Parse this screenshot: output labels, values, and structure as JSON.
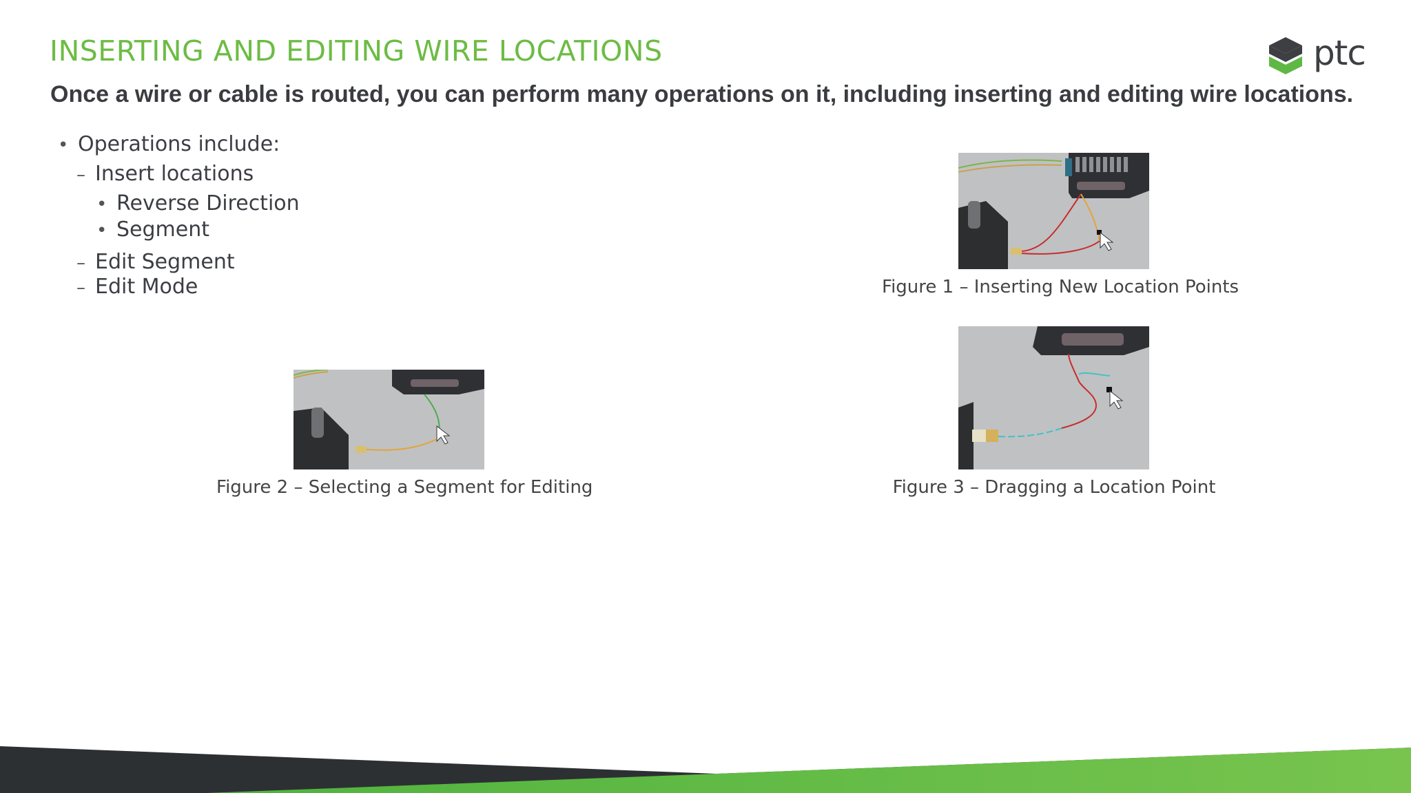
{
  "slide": {
    "title": "INSERTING AND EDITING WIRE LOCATIONS",
    "subtitle": "Once a wire or cable is routed, you can perform many operations on it, including inserting and editing wire locations."
  },
  "logo": {
    "text": "ptc",
    "icon": "ptc-cube-icon"
  },
  "bullets": [
    {
      "text": "Operations include:",
      "marker": "•"
    },
    {
      "text": "Insert locations",
      "marker": "–"
    },
    {
      "text": "Reverse Direction",
      "marker": "•"
    },
    {
      "text": "Segment",
      "marker": "•"
    },
    {
      "text": "Edit Segment",
      "marker": "–"
    },
    {
      "text": "Edit Mode",
      "marker": "–"
    }
  ],
  "figures": [
    {
      "caption": "Figure 1 – Inserting New Location Points"
    },
    {
      "caption": "Figure 2 – Selecting a Segment for Editing"
    },
    {
      "caption": "Figure 3 – Dragging a Location Point"
    }
  ],
  "colors": {
    "title_green": "#6cbc44",
    "text_dark": "#3a3c40",
    "footer_dark": "#2d3033",
    "footer_green": "#6cc04a"
  }
}
